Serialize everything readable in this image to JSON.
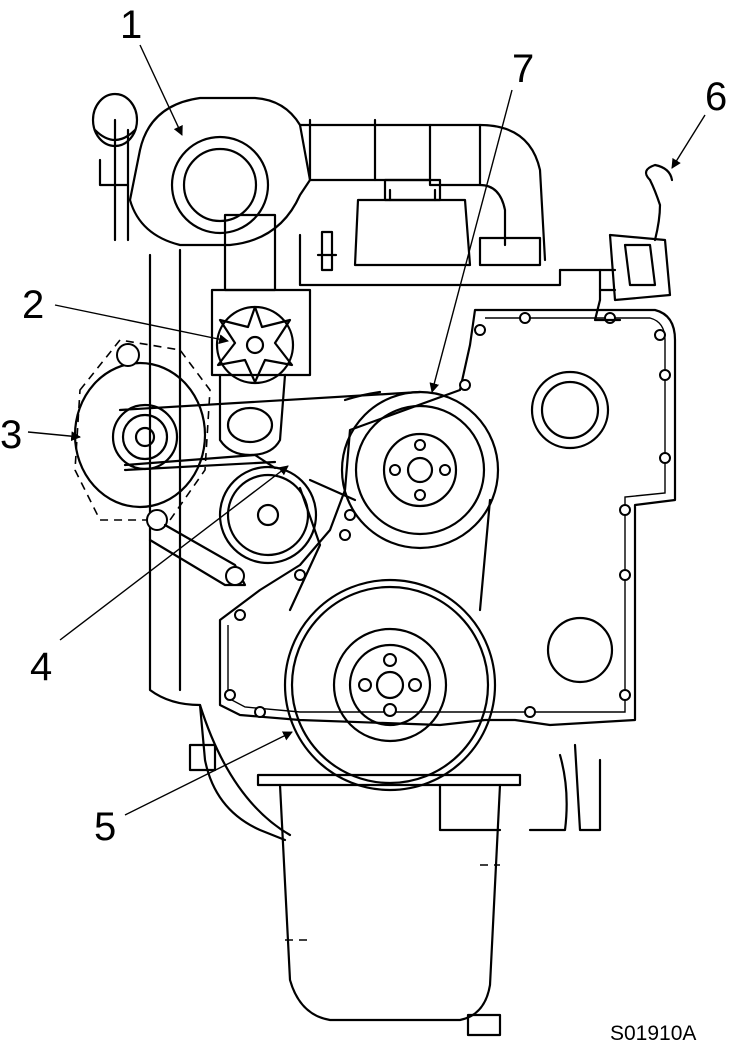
{
  "figure_code": "S01910A",
  "callouts": [
    {
      "label": "1"
    },
    {
      "label": "2"
    },
    {
      "label": "3"
    },
    {
      "label": "4"
    },
    {
      "label": "5"
    },
    {
      "label": "6"
    },
    {
      "label": "7"
    }
  ]
}
